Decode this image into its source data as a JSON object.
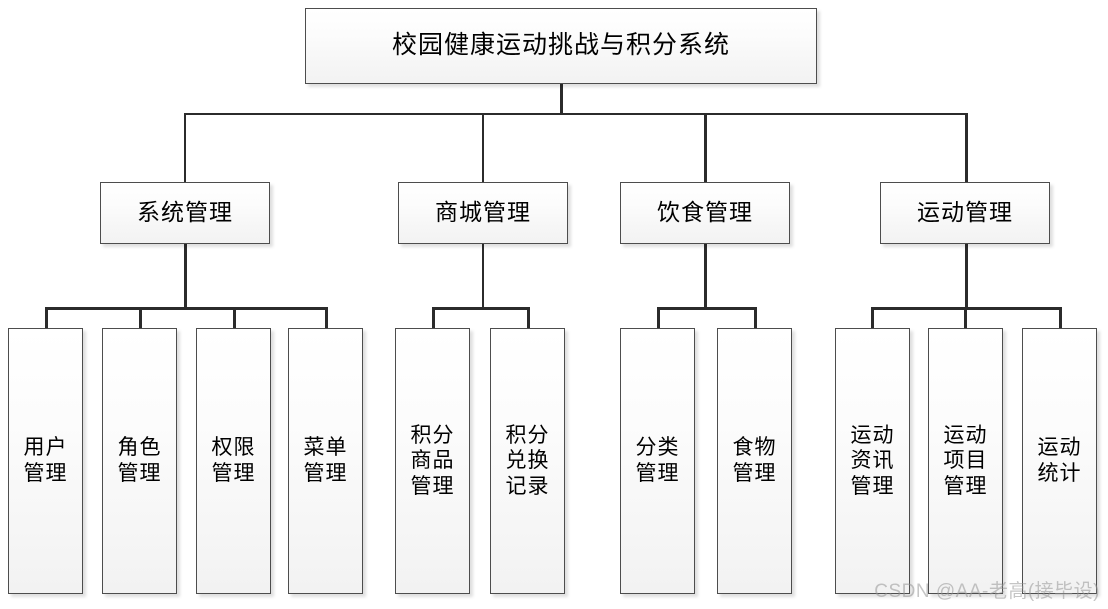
{
  "diagram": {
    "type": "org-chart",
    "title": "校园健康运动挑战与积分系统",
    "root": {
      "label": "校园健康运动挑战与积分系统"
    },
    "branches": [
      {
        "label": "系统管理",
        "leaves": [
          {
            "label": "用户管理"
          },
          {
            "label": "角色管理"
          },
          {
            "label": "权限管理"
          },
          {
            "label": "菜单管理"
          }
        ]
      },
      {
        "label": "商城管理",
        "leaves": [
          {
            "label": "积分商品管理"
          },
          {
            "label": "积分兑换记录"
          }
        ]
      },
      {
        "label": "饮食管理",
        "leaves": [
          {
            "label": "分类管理"
          },
          {
            "label": "食物管理"
          }
        ]
      },
      {
        "label": "运动管理",
        "leaves": [
          {
            "label": "运动资讯管理"
          },
          {
            "label": "运动项目管理"
          },
          {
            "label": "运动统计"
          }
        ]
      }
    ]
  },
  "watermark": {
    "text": "CSDN @AA-老高(接毕设)"
  },
  "colors": {
    "node_border": "#4d4d4d",
    "node_fill_top": "#ffffff",
    "node_fill_bottom": "#f2f2f2",
    "connector": "#2b2b2b",
    "text": "#000000",
    "watermark": "#969696"
  }
}
